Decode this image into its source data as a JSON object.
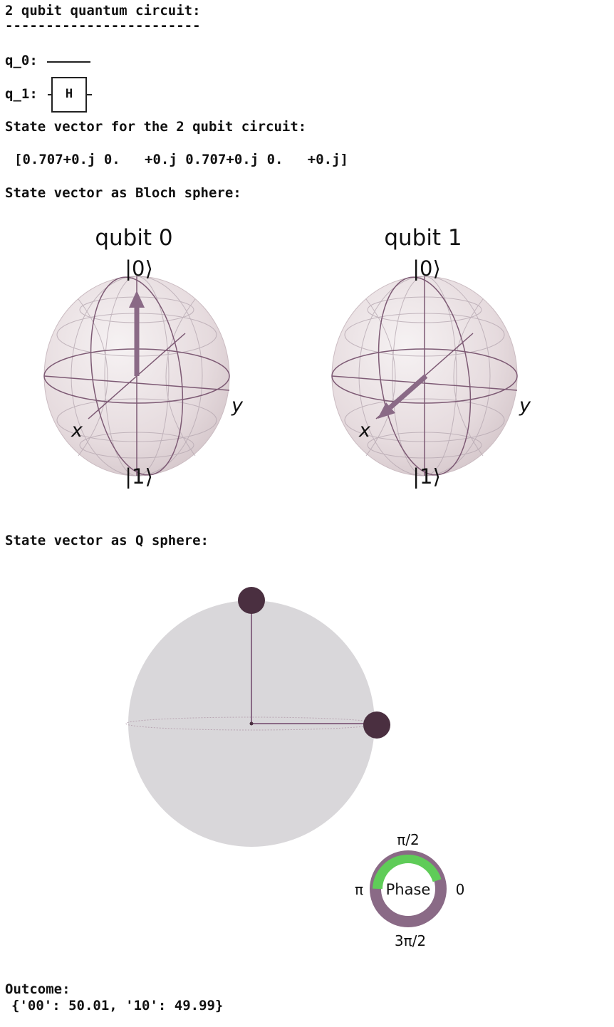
{
  "circuit": {
    "title": "2 qubit quantum circuit:",
    "divider": "------------------------",
    "q0_label": "q_0:",
    "q1_label": "q_1:",
    "gate_label": "H"
  },
  "state_vector": {
    "heading": "State vector for the 2 qubit circuit:",
    "values": "[0.707+0.j 0.   +0.j 0.707+0.j 0.   +0.j]"
  },
  "bloch": {
    "heading": "State vector as Bloch sphere:",
    "spheres": [
      {
        "title": "qubit 0",
        "top_label": "|0⟩",
        "bottom_label": "|1⟩",
        "x_label": "x",
        "y_label": "y",
        "vector": "+z"
      },
      {
        "title": "qubit 1",
        "top_label": "|0⟩",
        "bottom_label": "|1⟩",
        "x_label": "x",
        "y_label": "y",
        "vector": "+x"
      }
    ],
    "sphere_color": "#e6dbde",
    "vector_color": "#8a6a86"
  },
  "qsphere": {
    "heading": "State vector as Q sphere:",
    "sphere_color": "#d9d7da",
    "state_color": "#4a2f40",
    "phase_wheel": {
      "center_label": "Phase",
      "label_top": "π/2",
      "label_left": "π",
      "label_right": "0",
      "label_bottom": "3π/2",
      "green": "#5fcc58",
      "purple": "#8a6a86"
    }
  },
  "outcome": {
    "heading": "Outcome:",
    "values": "{'00': 50.01, '10': 49.99}"
  }
}
